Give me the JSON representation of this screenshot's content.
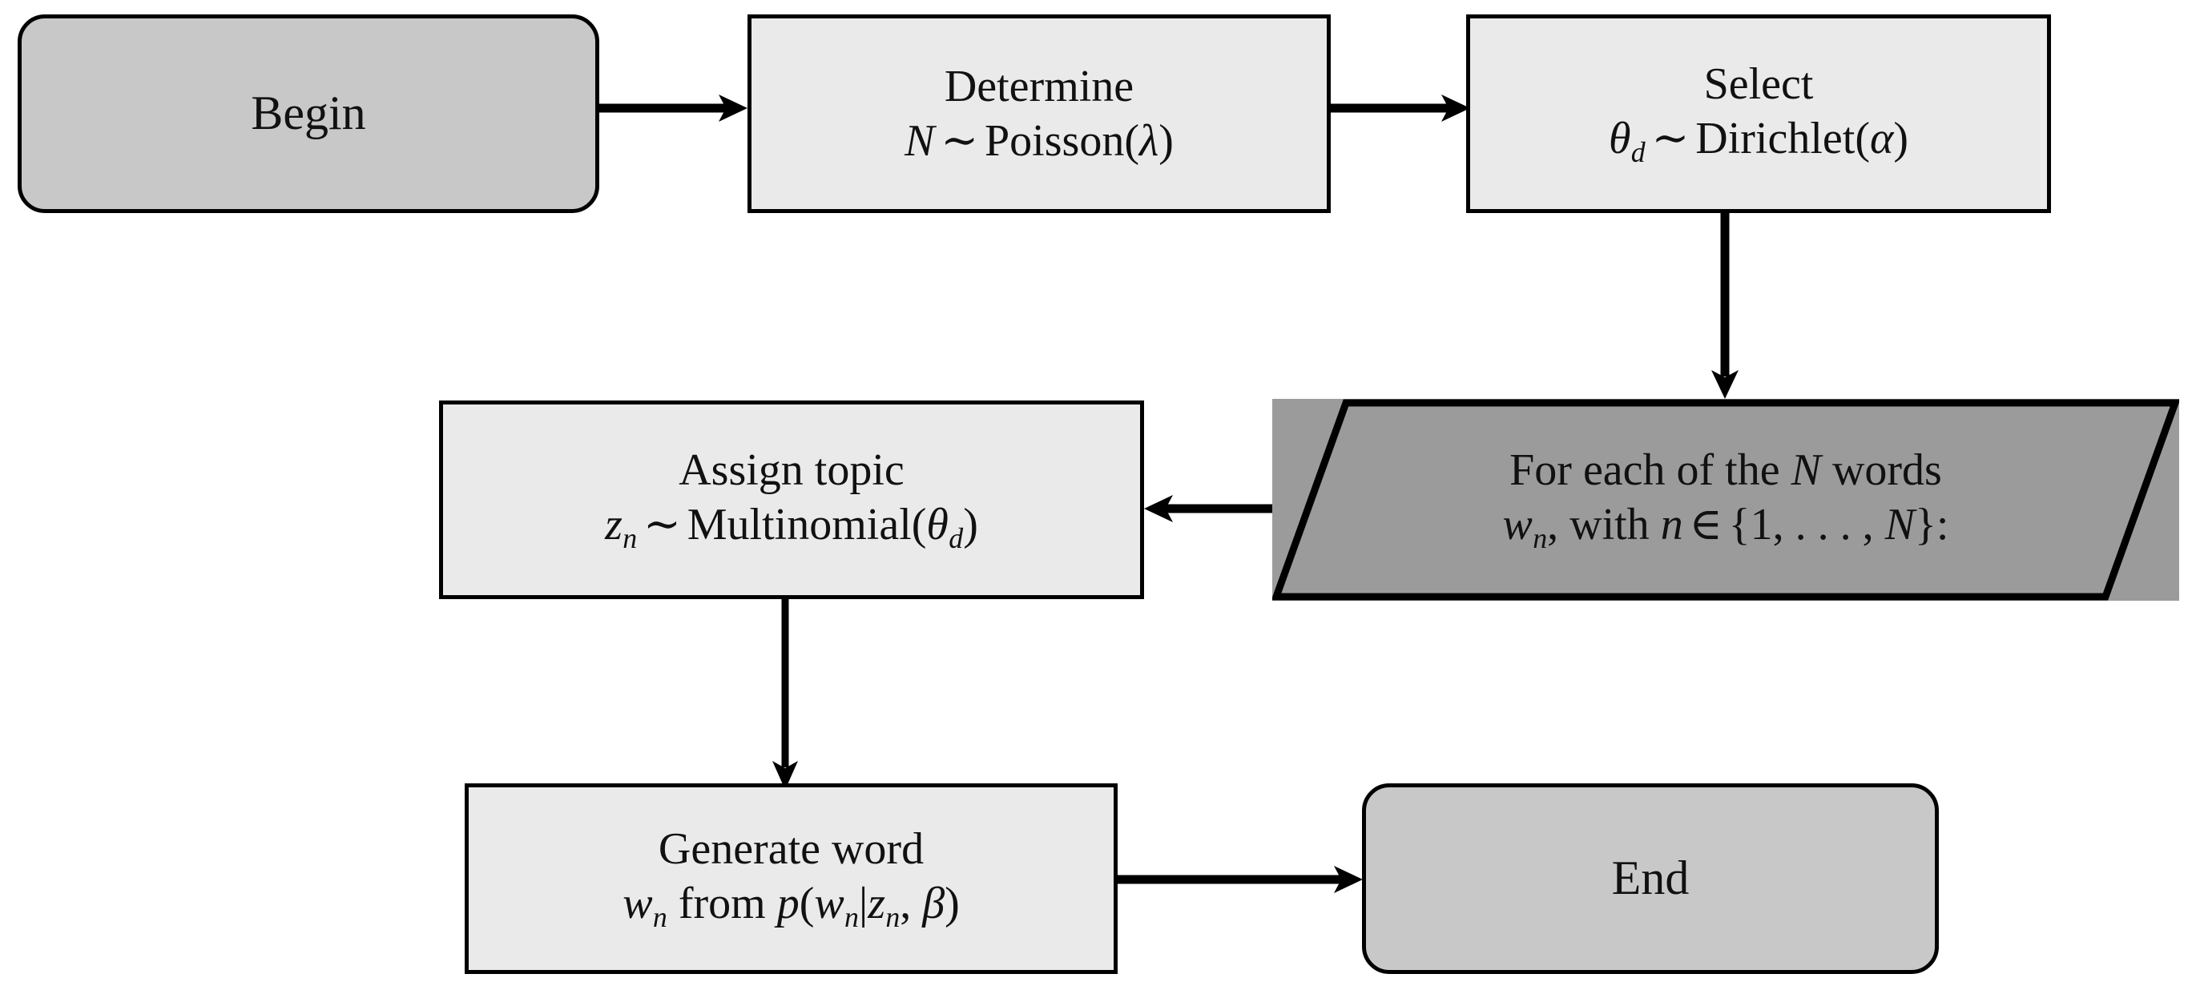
{
  "diagram": {
    "title": "LDA generative process flowchart",
    "type": "flowchart",
    "colors": {
      "terminal_fill": "#c8c8c8",
      "process_fill": "#eaeaea",
      "loop_fill": "#9b9b9b",
      "stroke": "#000000",
      "background": "#ffffff"
    }
  },
  "nodes": [
    {
      "id": "begin",
      "shape": "rounded-rectangle",
      "role": "terminal",
      "line1": "Begin",
      "line2": ""
    },
    {
      "id": "determine-n",
      "shape": "rectangle",
      "role": "process",
      "line1": "Determine",
      "line2_parts": {
        "var": "N",
        "rel": "∼",
        "dist": "Poisson",
        "open": "(",
        "param": "λ",
        "close": ")"
      },
      "line2_plain": "N ∼ Poisson(λ)"
    },
    {
      "id": "select-theta",
      "shape": "rectangle",
      "role": "process",
      "line1": "Select",
      "line2_parts": {
        "var": "θ",
        "var_sub": "d",
        "rel": "∼",
        "dist": "Dirichlet",
        "open": "(",
        "param": "α",
        "close": ")"
      },
      "line2_plain": "θ_d ∼ Dirichlet(α)"
    },
    {
      "id": "for-each-word",
      "shape": "parallelogram",
      "role": "loop",
      "line1_parts": {
        "pre": "For each of the ",
        "var": "N",
        "post": " words"
      },
      "line1_plain": "For each of the N words",
      "line2_parts": {
        "var": "w",
        "var_sub": "n",
        "mid": ", with ",
        "idx": "n",
        "elem": "∈",
        "set": "{1, . . . , ",
        "setvar": "N",
        "setclose": "}:"
      },
      "line2_plain": "w_n, with n ∈ {1, . . . , N}:"
    },
    {
      "id": "assign-topic",
      "shape": "rectangle",
      "role": "process",
      "line1": "Assign topic",
      "line2_parts": {
        "var": "z",
        "var_sub": "n",
        "rel": "∼",
        "dist": "Multinomial",
        "open": "(",
        "param": "θ",
        "param_sub": "d",
        "close": ")"
      },
      "line2_plain": "z_n ∼ Multinomial(θ_d)"
    },
    {
      "id": "generate-word",
      "shape": "rectangle",
      "role": "process",
      "line1": "Generate word",
      "line2_parts": {
        "var": "w",
        "var_sub": "n",
        "mid": " from ",
        "fn": "p",
        "open": "(",
        "arg": "w",
        "arg_sub": "n",
        "bar": "|",
        "cond": "z",
        "cond_sub": "n",
        "comma": ", ",
        "param": "β",
        "close": ")"
      },
      "line2_plain": "w_n from p(w_n|z_n, β)"
    },
    {
      "id": "end",
      "shape": "rounded-rectangle",
      "role": "terminal",
      "line1": "End",
      "line2": ""
    }
  ],
  "edges": [
    {
      "id": "begin-to-determine",
      "from": "begin",
      "to": "determine-n",
      "direction": "right",
      "label": ""
    },
    {
      "id": "determine-to-select",
      "from": "determine-n",
      "to": "select-theta",
      "direction": "right",
      "label": ""
    },
    {
      "id": "select-to-foreach",
      "from": "select-theta",
      "to": "for-each-word",
      "direction": "down",
      "label": ""
    },
    {
      "id": "foreach-to-assign",
      "from": "for-each-word",
      "to": "assign-topic",
      "direction": "left",
      "label": ""
    },
    {
      "id": "assign-to-generate",
      "from": "assign-topic",
      "to": "generate-word",
      "direction": "down",
      "label": ""
    },
    {
      "id": "generate-to-end",
      "from": "generate-word",
      "to": "end",
      "direction": "right",
      "label": ""
    }
  ]
}
